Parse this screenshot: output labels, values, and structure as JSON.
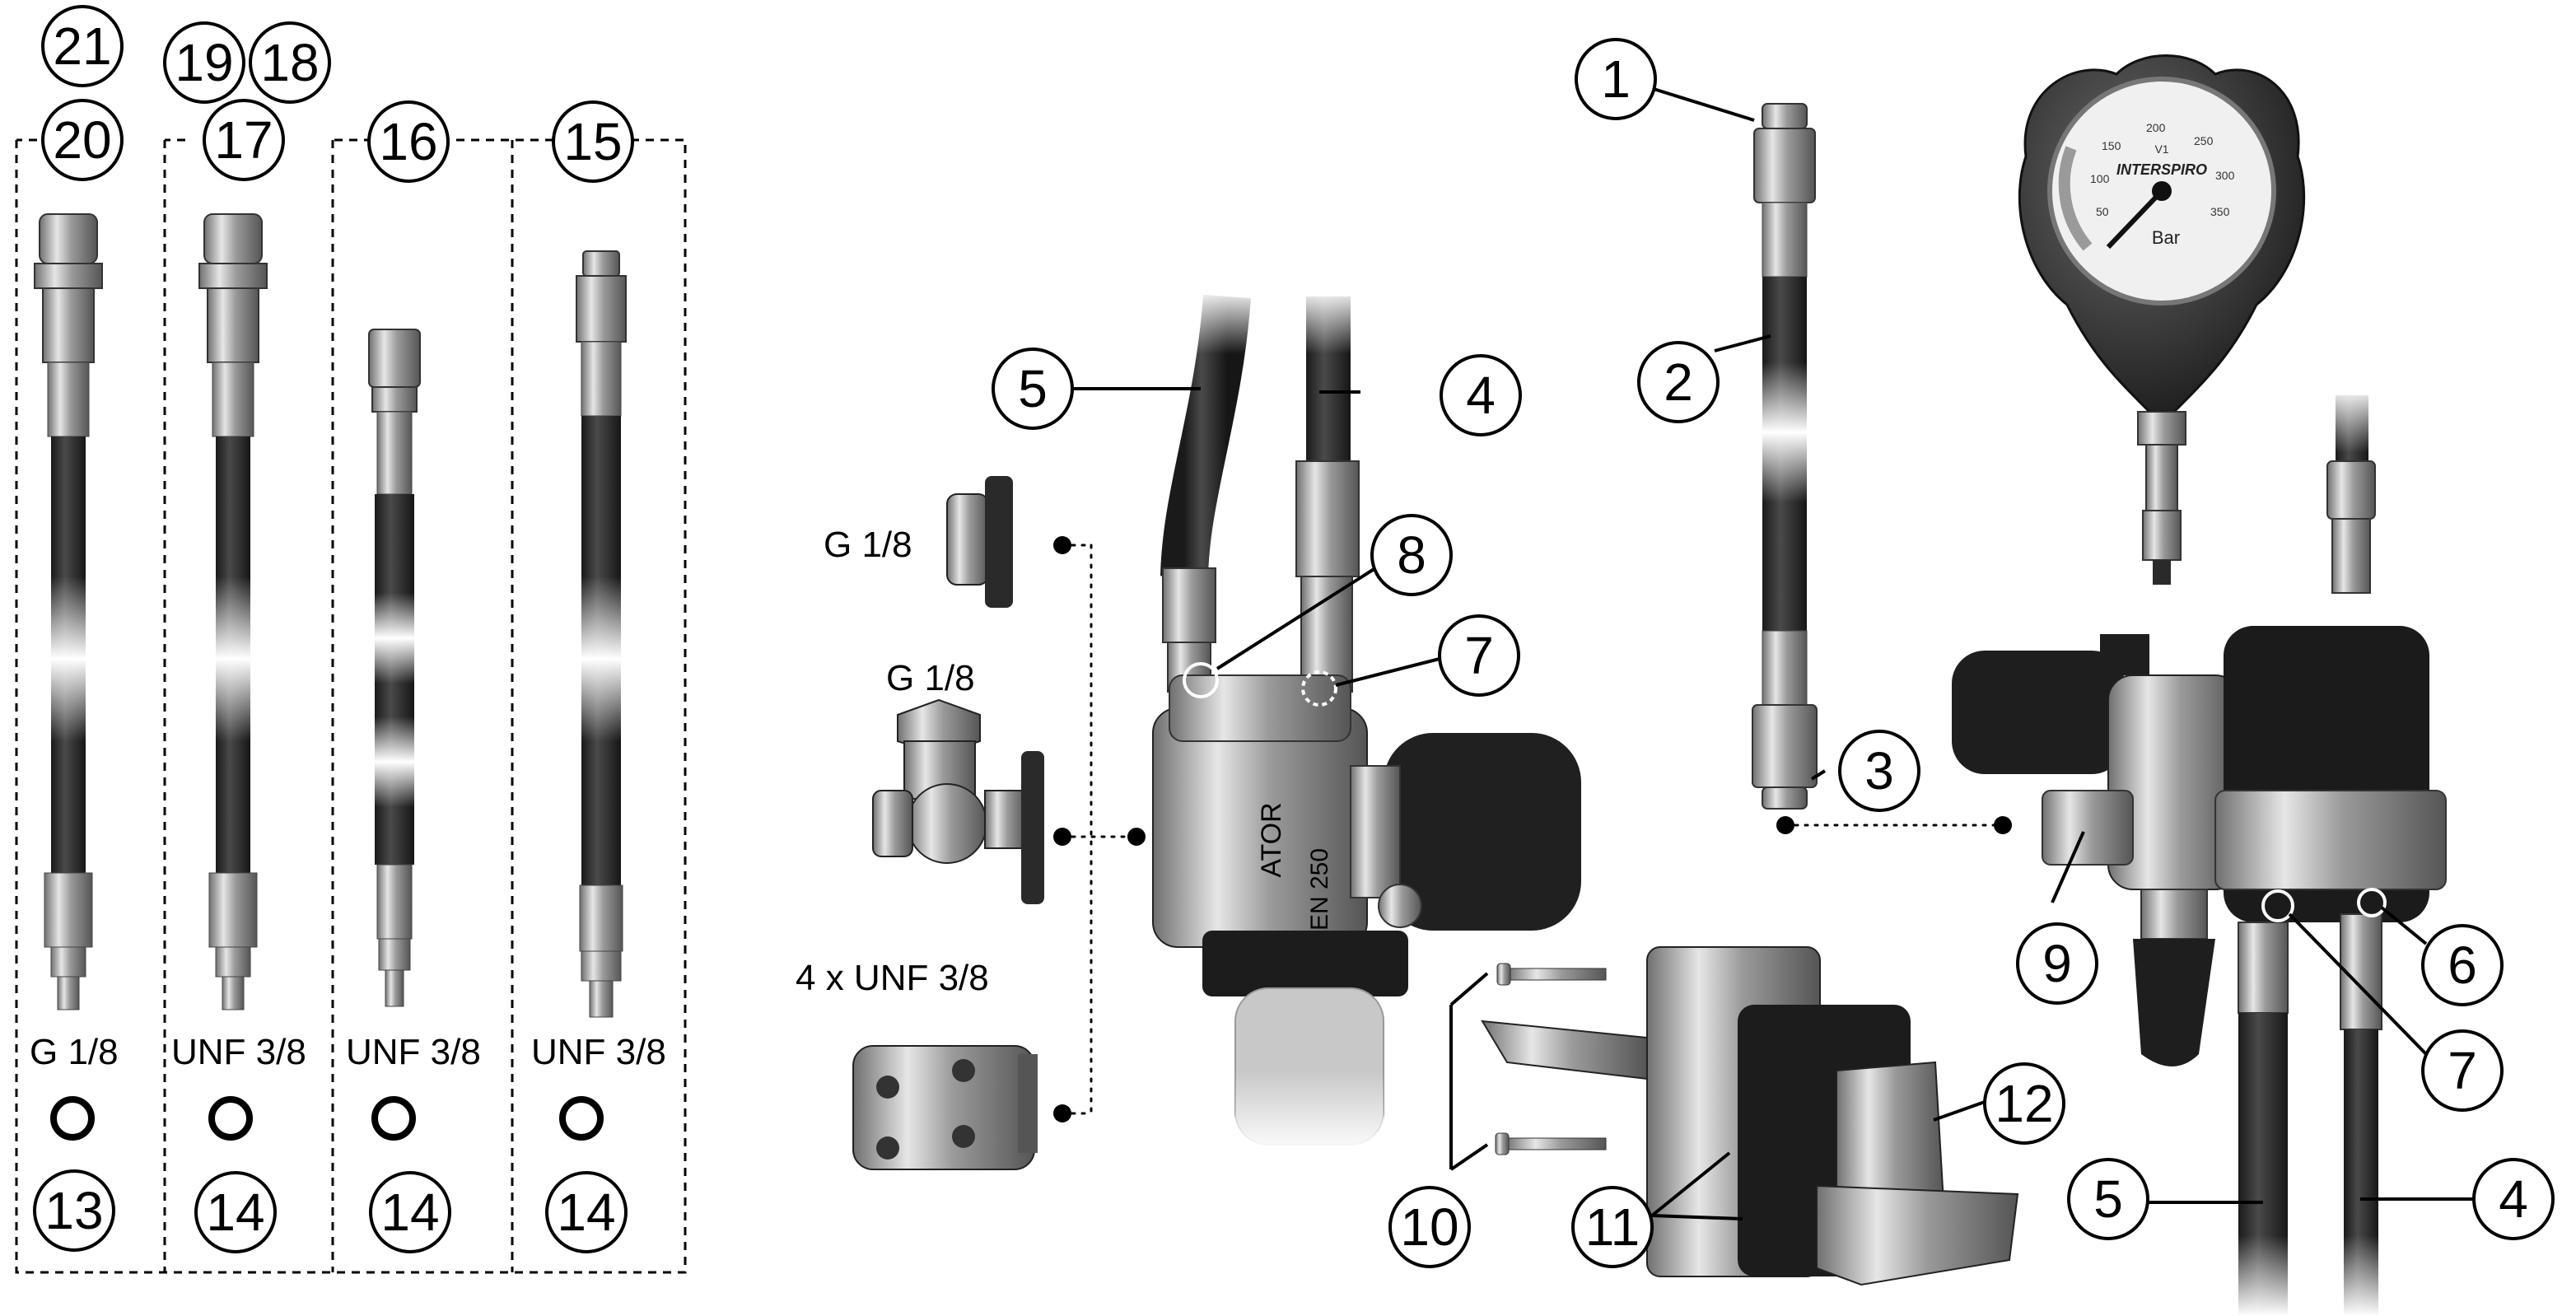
{
  "hose_panel": {
    "callouts": {
      "c21": "21",
      "c20": "20",
      "c19": "19",
      "c18": "18",
      "c17": "17",
      "c16": "16",
      "c15": "15",
      "c13": "13",
      "c14a": "14",
      "c14b": "14",
      "c14c": "14"
    },
    "thread_labels": [
      "G 1/8",
      "UNF 3/8",
      "UNF 3/8",
      "UNF 3/8"
    ]
  },
  "center_assembly": {
    "callouts": {
      "c5": "5",
      "c4": "4",
      "c8": "8",
      "c7": "7"
    },
    "port_labels": {
      "top": "G 1/8",
      "middle": "G 1/8",
      "bottom": "4 x UNF 3/8"
    },
    "body_print": {
      "ator": "ATOR",
      "en": "EN 250"
    }
  },
  "right_assembly": {
    "callouts": {
      "c1": "1",
      "c2": "2",
      "c3": "3",
      "c9": "9",
      "c6": "6",
      "c7": "7",
      "c5": "5",
      "c4": "4",
      "c10": "10",
      "c11": "11",
      "c12": "12"
    },
    "gauge": {
      "brand": "INTERSPIRO",
      "unit": "Bar",
      "model": "V1",
      "scale": [
        "50",
        "100",
        "150",
        "200",
        "250",
        "300",
        "350"
      ]
    }
  },
  "colors": {
    "outline": "#000000",
    "hose": "#2a2a2a",
    "metal_light": "#d8d8d8",
    "metal_dark": "#7a7a7a",
    "gauge_face": "#f0f0f0"
  }
}
